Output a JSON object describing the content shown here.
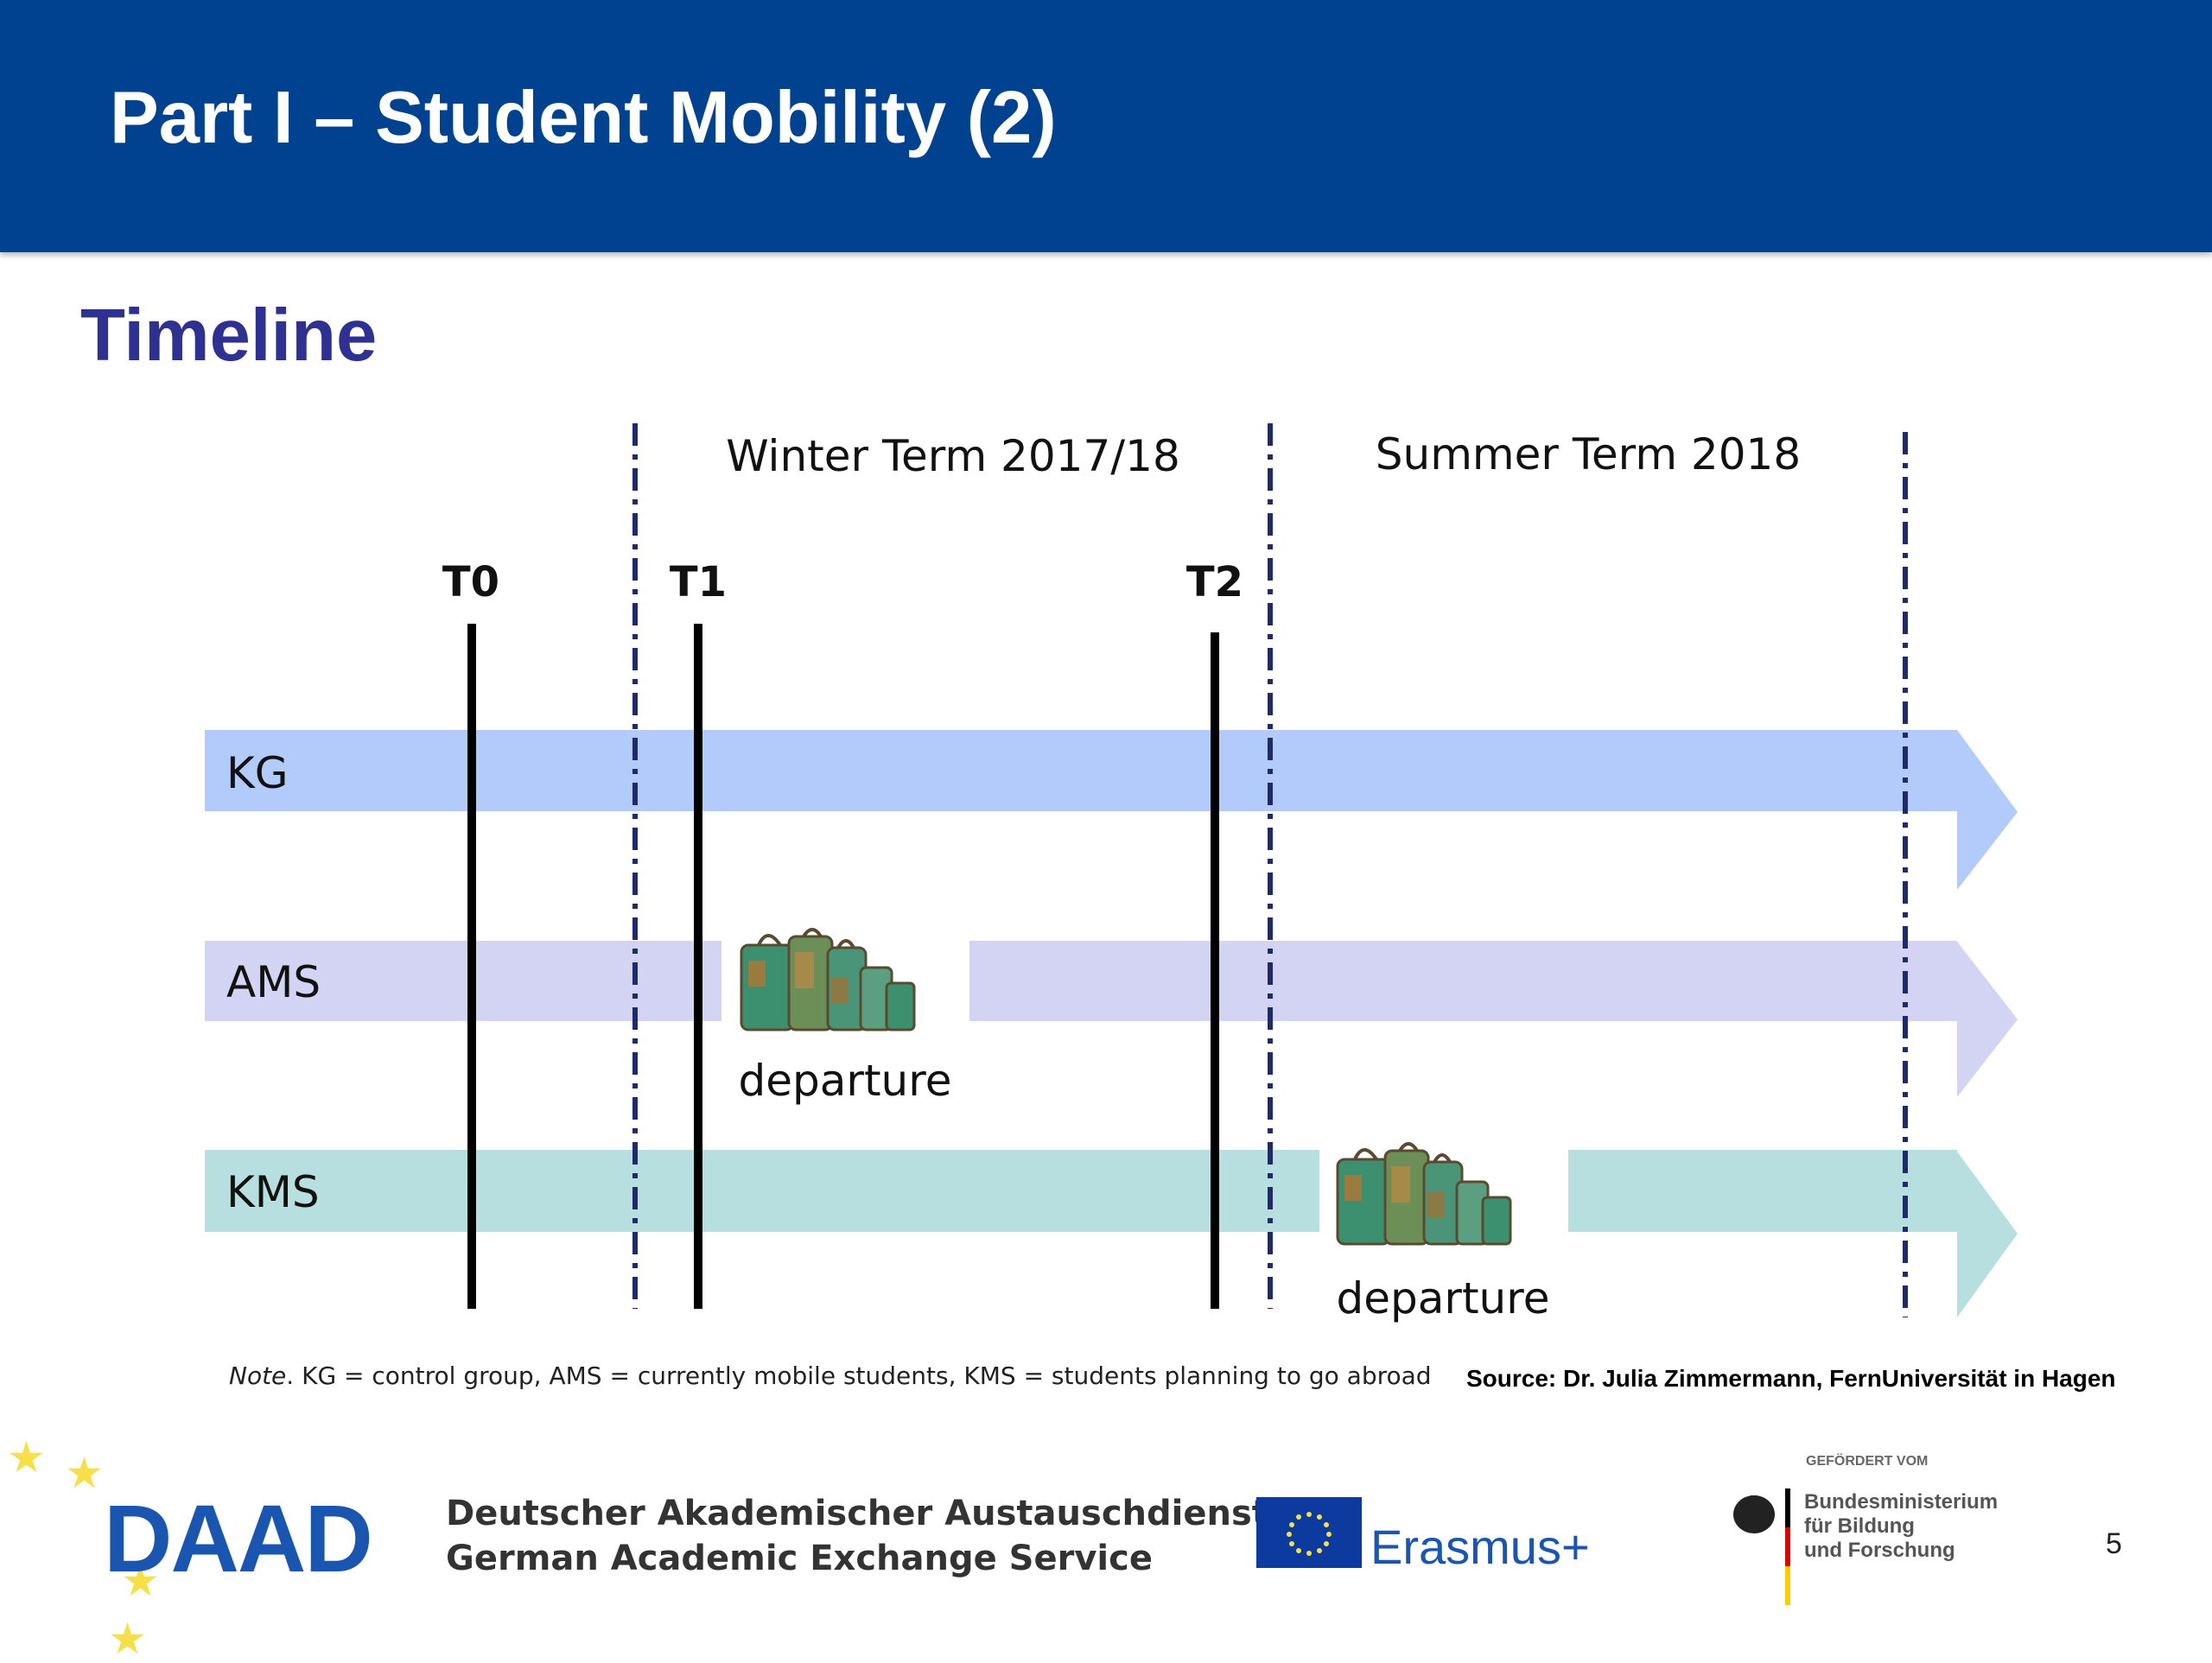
{
  "header": {
    "title": "Part I – Student Mobility (2)",
    "bg_color": "#00428f"
  },
  "section_title": "Timeline",
  "timeline": {
    "terms": [
      "Winter Term 2017/18",
      "Summer Term 2018"
    ],
    "time_points": [
      "T0",
      "T1",
      "T2"
    ],
    "groups": [
      {
        "label": "KG",
        "color": "#b3cbfb"
      },
      {
        "label": "AMS",
        "color": "#d3d3f4"
      },
      {
        "label": "KMS",
        "color": "#b7dfdf"
      }
    ],
    "events": [
      {
        "label": "departure",
        "group": "AMS"
      },
      {
        "label": "departure",
        "group": "KMS"
      }
    ]
  },
  "note": {
    "prefix": "Note",
    "text": ". KG = control group, AMS = currently mobile students, KMS = students planning to go abroad"
  },
  "source": "Source: Dr. Julia Zimmermann, FernUniversität in Hagen",
  "footer": {
    "daad_logo": "DAAD",
    "daad_name_de": "Deutscher Akademischer Austauschdienst",
    "daad_name_en": "German Academic Exchange Service",
    "erasmus": "Erasmus+",
    "ministry_sponsor": "GEFÖRDERT VOM",
    "ministry_lines": [
      "Bundesministerium",
      "für Bildung",
      "und Forschung"
    ],
    "page_number": "5"
  }
}
